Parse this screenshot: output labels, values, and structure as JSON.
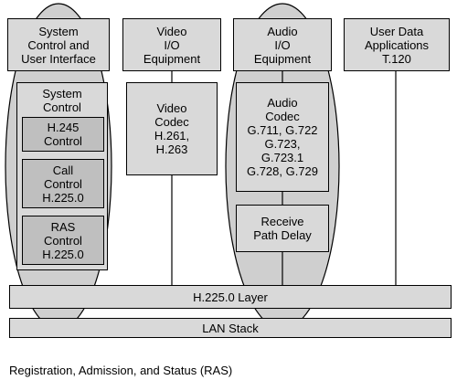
{
  "colors": {
    "box_fill": "#d9d9d9",
    "inner_fill": "#bfbfbf",
    "ellipse_fill": "#cfcfcf",
    "line": "#000000"
  },
  "top_boxes": {
    "system_control": "System\nControl and\nUser Interface",
    "video_io": "Video\nI/O\nEquipment",
    "audio_io": "Audio\nI/O\nEquipment",
    "user_data": "User Data\nApplications\nT.120"
  },
  "system_control_group": {
    "title": "System\nControl",
    "h245": "H.245\nControl",
    "call": "Call\nControl\nH.225.0",
    "ras": "RAS\nControl\nH.225.0"
  },
  "video_codec": "Video\nCodec\nH.261,\nH.263",
  "audio_codec": "Audio\nCodec\nG.711, G.722\nG.723,\nG.723.1\nG.728, G.729",
  "receive_path_delay": "Receive\nPath Delay",
  "h225_layer": "H.225.0 Layer",
  "lan_stack": "LAN Stack",
  "caption": "Registration, Admission, and Status (RAS)"
}
